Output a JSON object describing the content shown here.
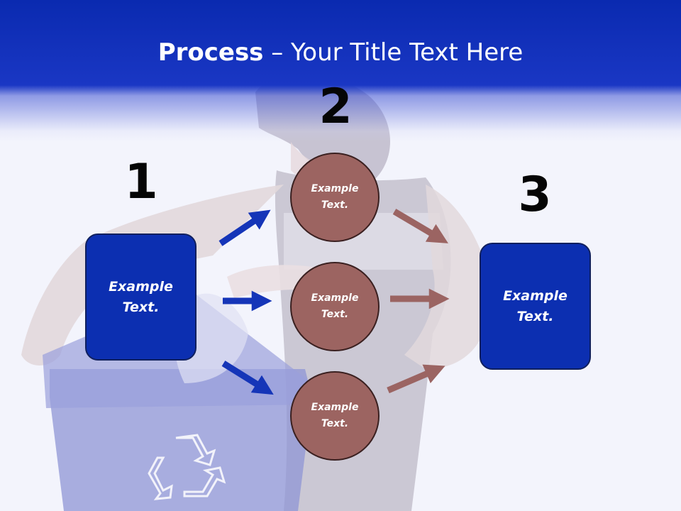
{
  "title": {
    "bold": "Process",
    "rest": " – Your Title Text Here"
  },
  "steps": [
    {
      "number": "1",
      "label": "Example\nText."
    },
    {
      "number": "2",
      "items": [
        "Example\nText.",
        "Example\nText.",
        "Example\nText."
      ]
    },
    {
      "number": "3",
      "label": "Example\nText."
    }
  ],
  "colors": {
    "header": "#0a2ab0",
    "box": "#0c2fb1",
    "circle": "#9c6461",
    "arrow_in": "#1535b8",
    "arrow_out": "#9b6462"
  },
  "icons": [
    "recycle-icon"
  ]
}
